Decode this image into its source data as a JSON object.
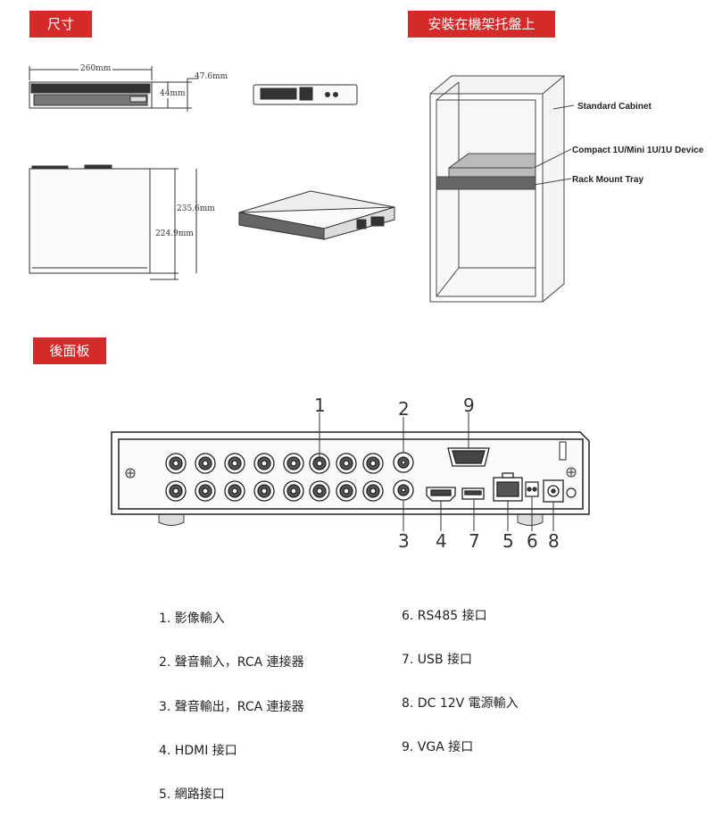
{
  "sections": {
    "dimensions_title": "尺寸",
    "rack_title": "安裝在機架托盤上",
    "rear_title": "後面板"
  },
  "dimensions": {
    "width": "260mm",
    "depth_top": "47.6mm",
    "height": "44mm",
    "depth_outer": "235.6mm",
    "depth_inner": "224.9mm"
  },
  "rack": {
    "standard_cabinet": "Standard Cabinet",
    "device": "Compact 1U/Mini 1U/1U Device",
    "tray": "Rack Mount Tray"
  },
  "callouts": [
    "1",
    "2",
    "9",
    "3",
    "4",
    "7",
    "5",
    "6",
    "8"
  ],
  "legend": {
    "left": [
      "1.  影像輸入",
      "2.  聲音輸入，RCA 連接器",
      "3.  聲音輸出，RCA 連接器",
      "4.  HDMI 接口",
      "5.  網路接口"
    ],
    "right": [
      "6. RS485 接口",
      "7. USB 接口",
      "8. DC 12V 電源輸入",
      "9. VGA 接口"
    ]
  }
}
